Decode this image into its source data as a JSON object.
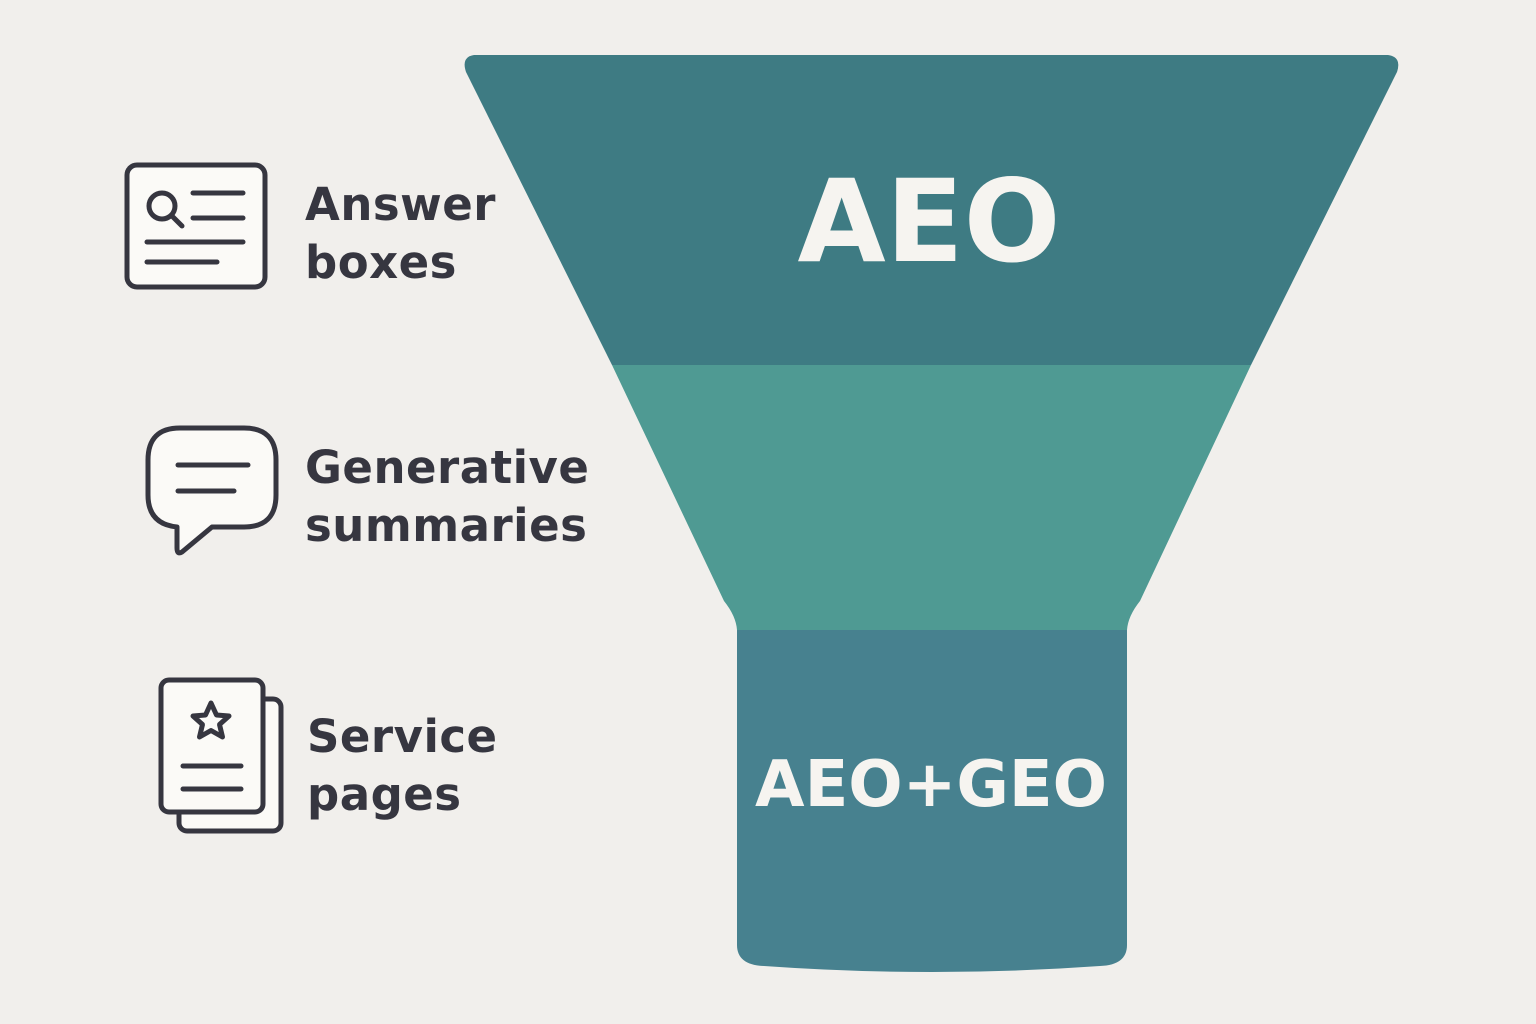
{
  "colors": {
    "background": "#f1efec",
    "funnel_top": "#3e7b83",
    "funnel_middle": "#4f9a93",
    "funnel_bottom": "#47818f",
    "funnel_text": "#f6f4f0",
    "label_text": "#363640",
    "icon_stroke": "#363640",
    "icon_fill": "#fbfaf7"
  },
  "funnel": {
    "top_label": "AEO",
    "bottom_label": "AEO+GEO"
  },
  "items": [
    {
      "icon": "search-document-icon",
      "line1": "Answer",
      "line2": "boxes"
    },
    {
      "icon": "chat-bubble-icon",
      "line1": "Generative",
      "line2": "summaries"
    },
    {
      "icon": "starred-pages-icon",
      "line1": "Service",
      "line2": "pages"
    }
  ]
}
